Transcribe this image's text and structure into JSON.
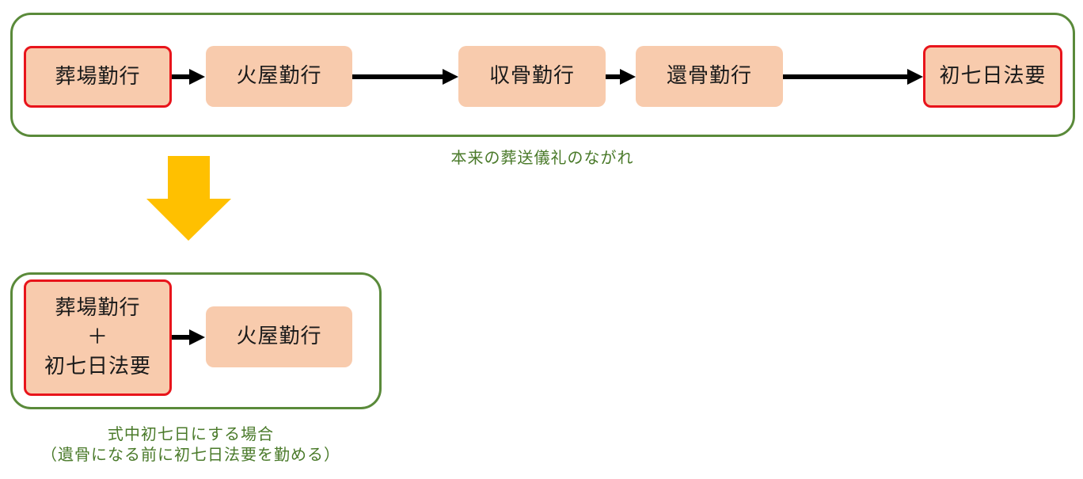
{
  "top_flow": {
    "steps": [
      "葬場勤行",
      "火屋勤行",
      "収骨勤行",
      "還骨勤行",
      "初七日法要"
    ],
    "caption": "本来の葬送儀礼のながれ"
  },
  "bottom_flow": {
    "combined_step": {
      "line1": "葬場勤行",
      "plus": "＋",
      "line2": "初七日法要"
    },
    "next_step": "火屋勤行",
    "caption_line1": "式中初七日にする場合",
    "caption_line2": "（遺骨になる前に初七日法要を勤める）"
  },
  "colors": {
    "group_border": "#5a8a3a",
    "box_fill": "#f8cbad",
    "highlight_border": "#e8141b",
    "caption_text": "#4a7a2a",
    "down_arrow": "#ffc000",
    "flow_arrow": "#000000"
  }
}
